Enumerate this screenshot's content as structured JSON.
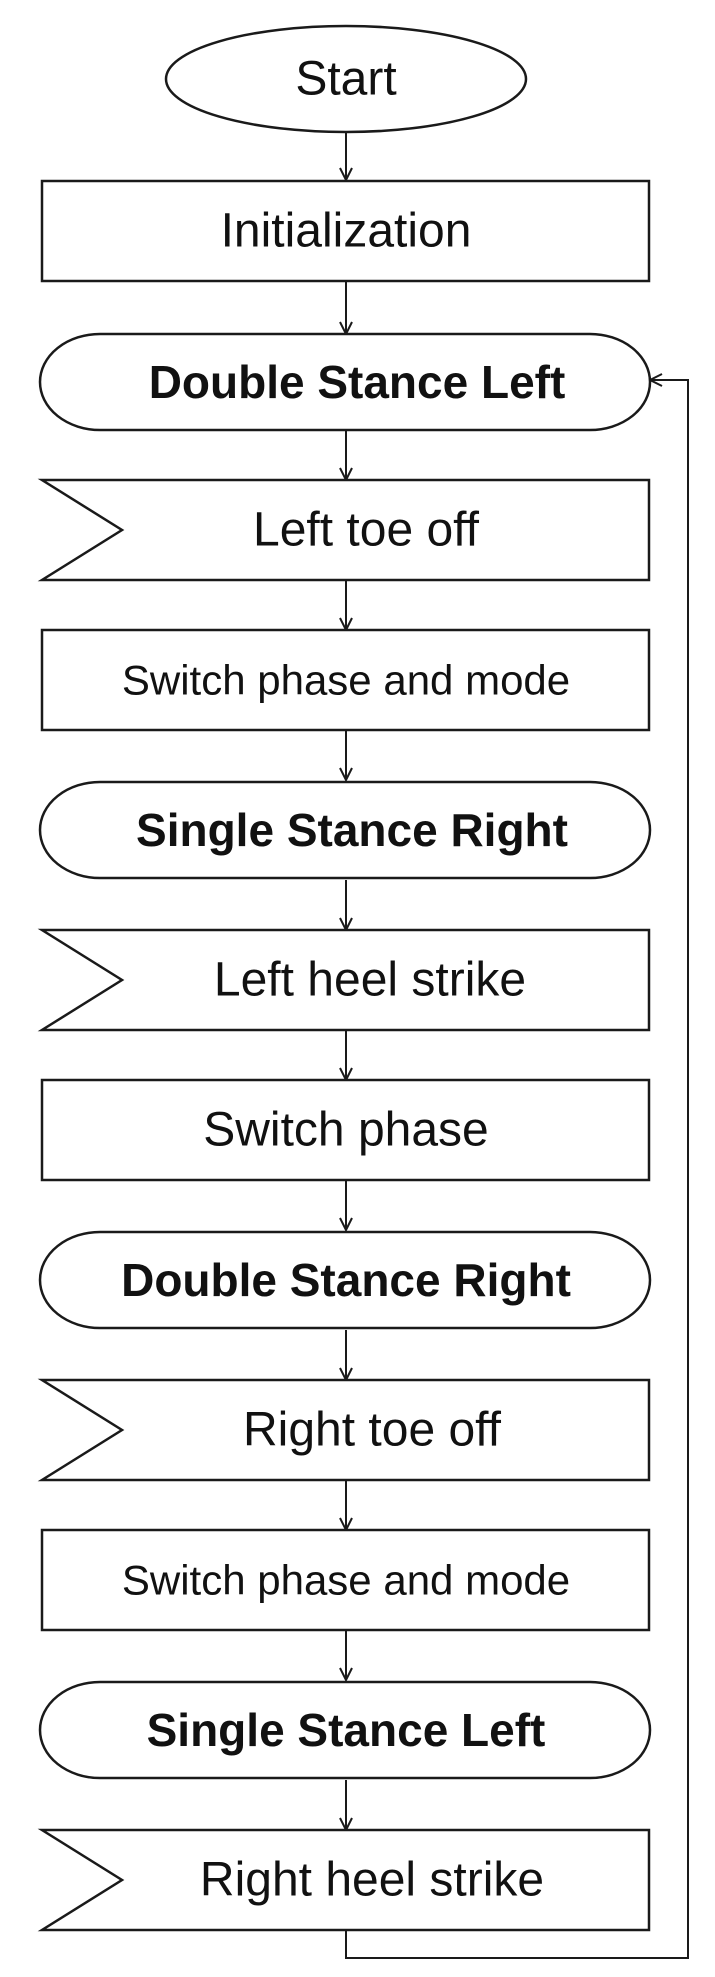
{
  "flowchart": {
    "nodes": [
      {
        "id": "start",
        "label": "Start",
        "shape": "ellipse"
      },
      {
        "id": "init",
        "label": "Initialization",
        "shape": "process"
      },
      {
        "id": "dsl",
        "label": "Double Stance Left",
        "shape": "state"
      },
      {
        "id": "lto",
        "label": "Left toe off",
        "shape": "event"
      },
      {
        "id": "spm1",
        "label": "Switch phase and mode",
        "shape": "process"
      },
      {
        "id": "ssr",
        "label": "Single Stance Right",
        "shape": "state"
      },
      {
        "id": "lhs",
        "label": "Left heel strike",
        "shape": "event"
      },
      {
        "id": "sp",
        "label": "Switch phase",
        "shape": "process"
      },
      {
        "id": "dsr",
        "label": "Double Stance Right",
        "shape": "state"
      },
      {
        "id": "rto",
        "label": "Right toe off",
        "shape": "event"
      },
      {
        "id": "spm2",
        "label": "Switch phase and mode",
        "shape": "process"
      },
      {
        "id": "ssl",
        "label": "Single Stance Left",
        "shape": "state"
      },
      {
        "id": "rhs",
        "label": "Right heel strike",
        "shape": "event"
      }
    ],
    "edges": [
      {
        "from": "start",
        "to": "init"
      },
      {
        "from": "init",
        "to": "dsl"
      },
      {
        "from": "dsl",
        "to": "lto"
      },
      {
        "from": "lto",
        "to": "spm1"
      },
      {
        "from": "spm1",
        "to": "ssr"
      },
      {
        "from": "ssr",
        "to": "lhs"
      },
      {
        "from": "lhs",
        "to": "sp"
      },
      {
        "from": "sp",
        "to": "dsr"
      },
      {
        "from": "dsr",
        "to": "rto"
      },
      {
        "from": "rto",
        "to": "spm2"
      },
      {
        "from": "spm2",
        "to": "ssl"
      },
      {
        "from": "ssl",
        "to": "rhs"
      },
      {
        "from": "rhs",
        "to": "dsl",
        "loop": true
      }
    ]
  }
}
